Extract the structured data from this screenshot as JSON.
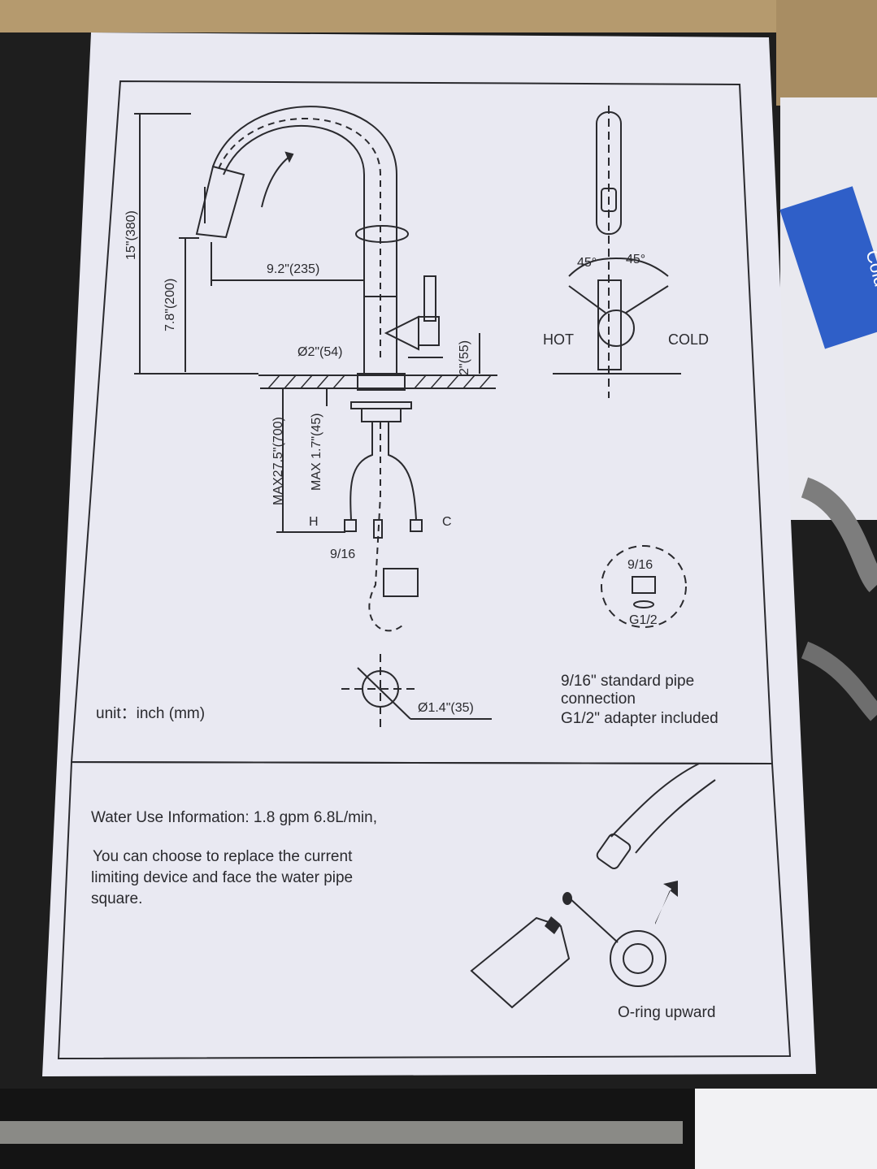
{
  "sheet": {
    "dimensions": {
      "height_total": "15\"(380)",
      "height_spout": "7.8\"(200)",
      "reach": "9.2\"(235)",
      "base_diameter": "Ø2\"(54)",
      "base_height": "2\"(55)",
      "max_hose": "MAX27.5\"(700)",
      "max_deck": "MAX 1.7\"(45)",
      "hole_diameter": "Ø1.4\"(35)"
    },
    "labels": {
      "hot_short": "H",
      "cold_short": "C",
      "connector": "9/16",
      "hot": "HOT",
      "cold": "COLD",
      "angle_left": "45°",
      "angle_right": "45°",
      "adapter_top": "9/16",
      "adapter_bottom": "G1/2",
      "unit": "unit：inch (mm)"
    },
    "pipe_note": {
      "line1": "9/16\" standard pipe",
      "line2": "connection",
      "line3": "G1/2\" adapter included"
    },
    "water_info": {
      "heading": "Water Use Information: 1.8 gpm 6.8L/min,",
      "line1": "You can choose to replace the current",
      "line2": "limiting device and face the water pipe",
      "line3": "square."
    },
    "oring_label": "O-ring upward"
  },
  "background": {
    "tag_text": "Cold Wa"
  }
}
